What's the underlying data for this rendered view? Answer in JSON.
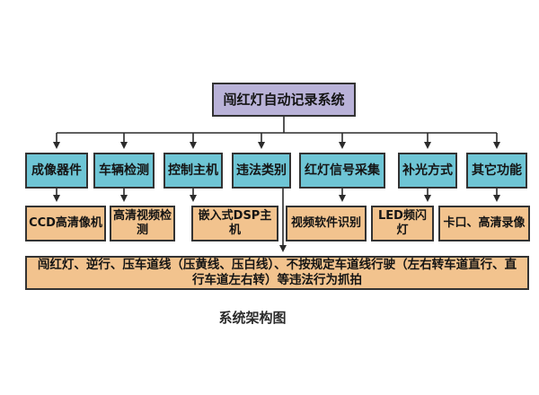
{
  "diagram": {
    "root_label": "闯红灯自动记录系统",
    "caption": "系统架构图",
    "level2": [
      "成像器件",
      "车辆检测",
      "控制主机",
      "违法类别",
      "红灯信号采集",
      "补光方式",
      "其它功能"
    ],
    "level3": [
      "CCD高清像机",
      "高清视频检测",
      "嵌入式DSP主机",
      "视频软件识别",
      "LED频闪灯",
      "卡口、高清录像"
    ],
    "summary": "闯红灯、逆行、压车道线（压黄线、压白线）、不按规定车道线行驶（左右转车道直行、直行车道左右转）等违法行为抓拍",
    "colors": {
      "background": "#ffffff",
      "root_fill": "#b9b2d8",
      "level2_fill": "#6ec5d5",
      "level3_fill": "#f2c38e",
      "summary_fill": "#f2c38e",
      "border": "#333333",
      "connector": "#2b2b2b",
      "text": "#141414"
    }
  }
}
